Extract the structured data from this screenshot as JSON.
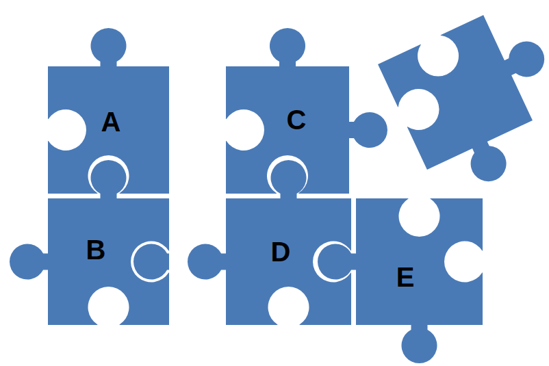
{
  "diagram": {
    "nodes": [
      {
        "text": [
          "A"
        ]
      },
      {
        "text": [
          "C"
        ]
      },
      {
        "text": [
          "B"
        ]
      },
      {
        "text": [
          "D"
        ]
      },
      {
        "text": [
          "E"
        ]
      }
    ]
  }
}
